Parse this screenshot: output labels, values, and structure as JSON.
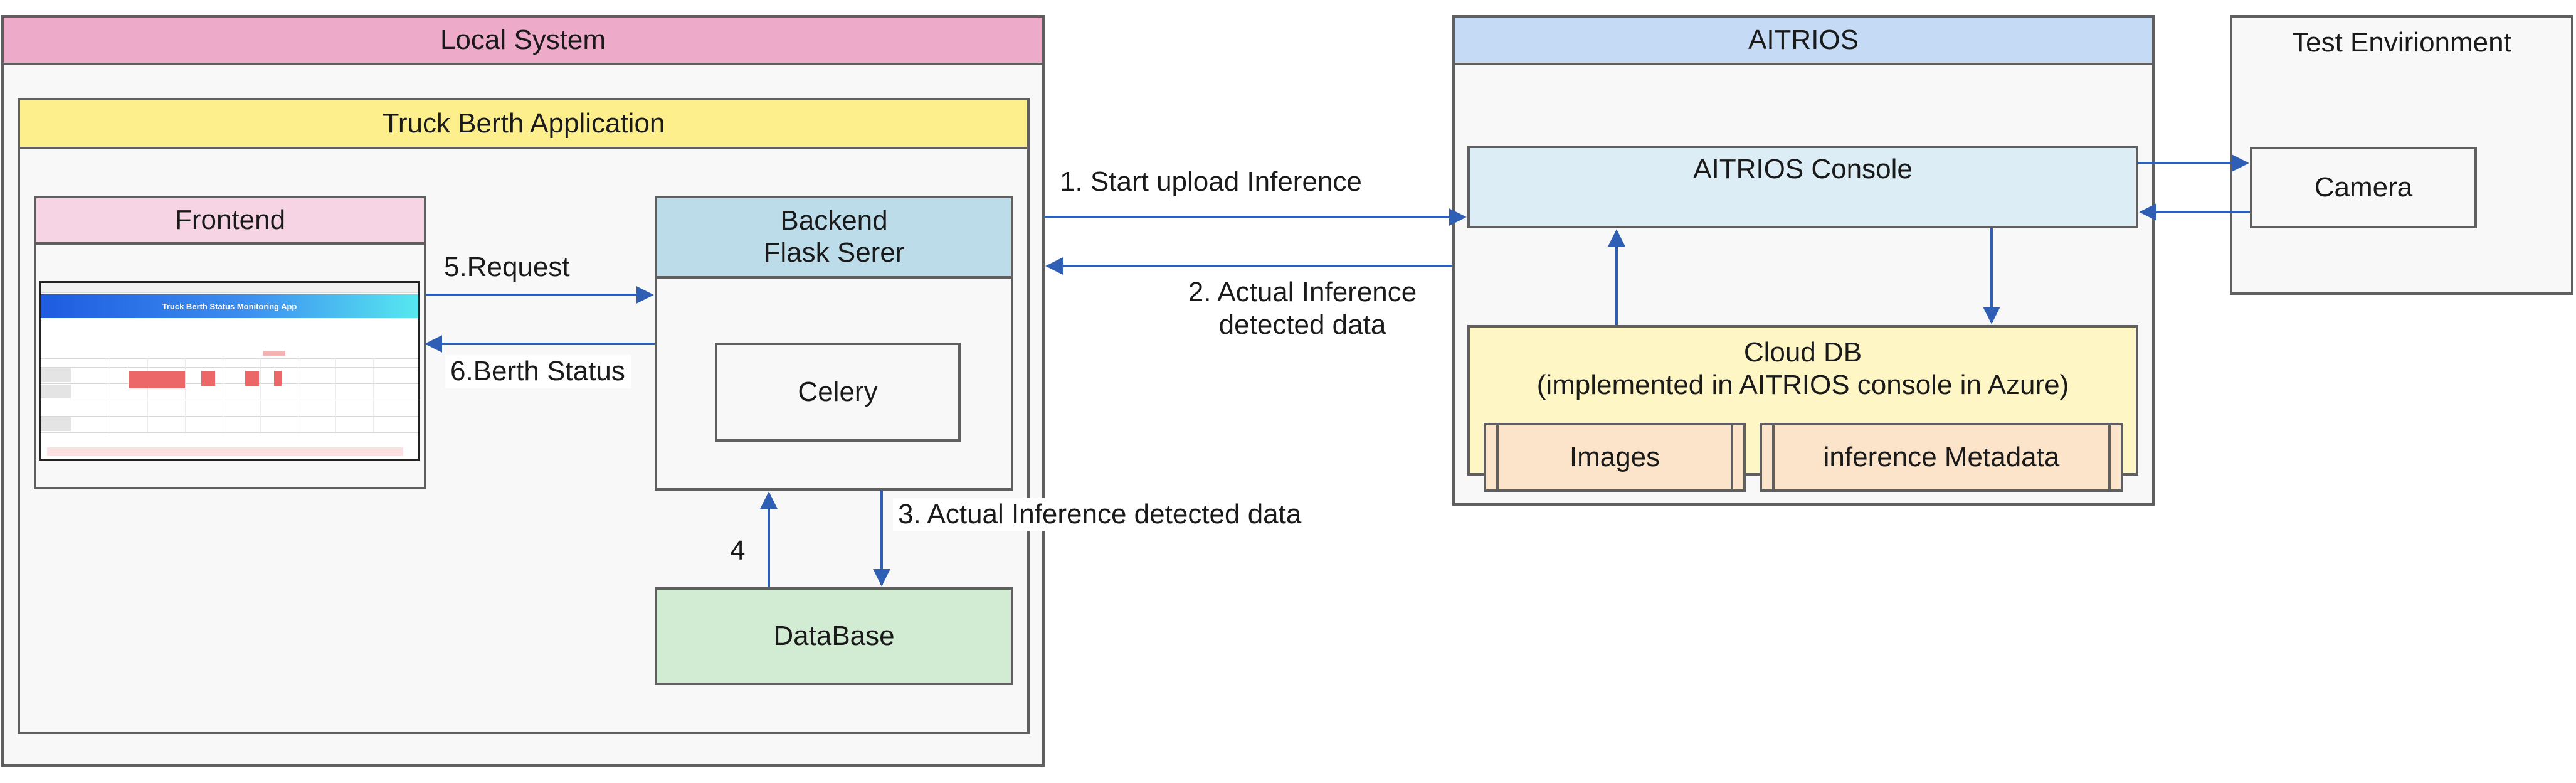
{
  "local_system": {
    "title": "Local System"
  },
  "truck_berth_app": {
    "title": "Truck Berth Application"
  },
  "frontend": {
    "title": "Frontend",
    "app_banner": "Truck Berth Status Monitoring App"
  },
  "backend": {
    "title": "Backend\nFlask Serer"
  },
  "celery": {
    "title": "Celery"
  },
  "database": {
    "title": "DataBase"
  },
  "aitrios": {
    "title": "AITRIOS"
  },
  "aitrios_console": {
    "title": "AITRIOS Console"
  },
  "cloud_db": {
    "title": "Cloud DB\n(implemented in AITRIOS console in Azure)",
    "images": "Images",
    "metadata": "inference Metadata"
  },
  "test_env": {
    "title": "Test Envirionment"
  },
  "camera": {
    "title": "Camera"
  },
  "flows": {
    "f1": "1. Start upload Inference",
    "f2": "2. Actual Inference\ndetected data",
    "f3": "3. Actual Inference detected data",
    "f4": "4",
    "f5": "5.Request",
    "f6": "6.Berth Status"
  },
  "colors": {
    "local_header": "#edaac9",
    "app_header": "#fdef8c",
    "frontend_header": "#f7d4e4",
    "backend_header": "#bcdcea",
    "database_fill": "#d2ebd3",
    "aitrios_header": "#c5dbf5",
    "console_fill": "#dcedf5",
    "cloud_fill": "#fff6c6",
    "process_fill": "#fce4cb",
    "arrow": "#2f5fb4"
  }
}
